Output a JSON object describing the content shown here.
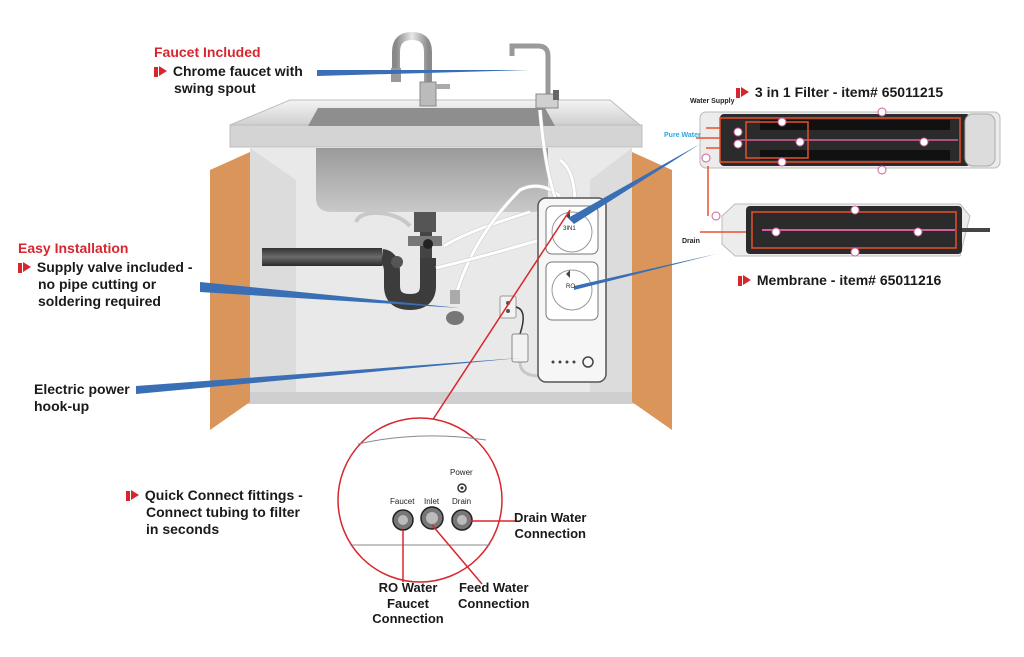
{
  "faucet": {
    "heading": "Faucet Included",
    "line1": "Chrome faucet with",
    "line2": "swing spout"
  },
  "install": {
    "heading": "Easy Installation",
    "line1": "Supply valve included -",
    "line2": "no pipe cutting or",
    "line3": "soldering required"
  },
  "power": {
    "line1": "Electric power",
    "line2": "hook-up"
  },
  "quick": {
    "line1": "Quick Connect fittings -",
    "line2": "Connect tubing to filter",
    "line3": "in seconds"
  },
  "filter": {
    "title": "3 in 1 Filter - item# 65011215",
    "water_supply": "Water Supply",
    "pure_water": "Pure Water"
  },
  "membrane": {
    "title": "Membrane - item# 65011216",
    "drain": "Drain"
  },
  "zoom": {
    "power": "Power",
    "faucet": "Faucet",
    "inlet": "Inlet",
    "drain": "Drain",
    "drain_conn_1": "Drain Water",
    "drain_conn_2": "Connection",
    "ro_1": "RO Water",
    "ro_2": "Faucet",
    "ro_3": "Connection",
    "feed_1": "Feed Water",
    "feed_2": "Connection"
  },
  "unit_labels": {
    "top": "3IN1",
    "bottom": "RO"
  },
  "colors": {
    "accent": "#d8262e",
    "leader": "#3a6fb5",
    "cabinet": "#d9955a",
    "pure_water": "#2aa7df"
  }
}
